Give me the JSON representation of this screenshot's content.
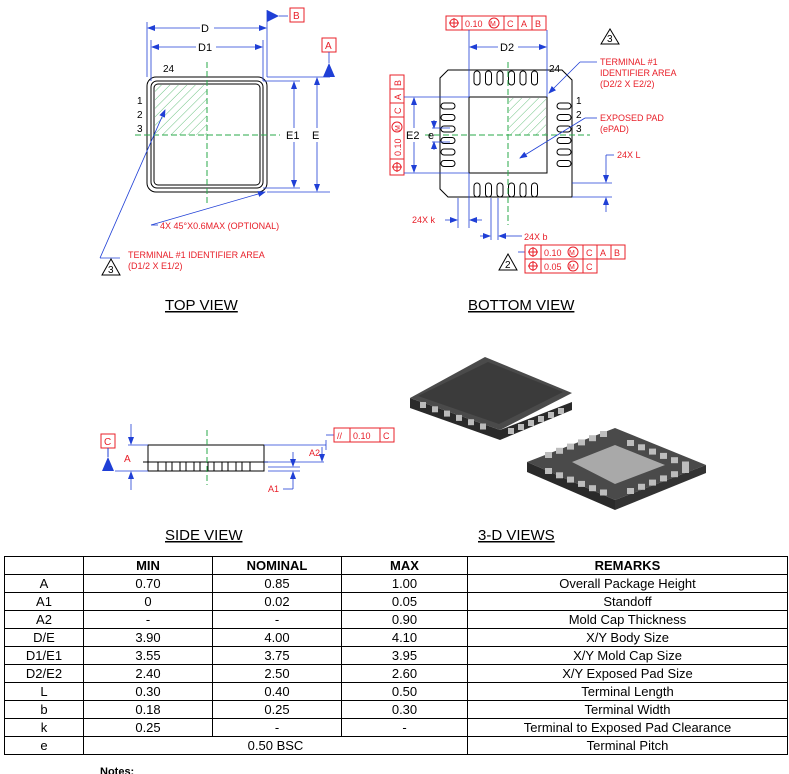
{
  "views": {
    "top": "TOP VIEW",
    "bottom": "BOTTOM VIEW",
    "side": "SIDE VIEW",
    "three_d": "3-D VIEWS"
  },
  "top_view": {
    "dim_D": "D",
    "dim_D1": "D1",
    "dim_E": "E",
    "dim_E1": "E1",
    "datum_B": "B",
    "datum_A": "A",
    "pin_count": "24",
    "pin_1": "1",
    "pin_2": "2",
    "pin_3": "3",
    "chamfer_note": "4X 45°X0.6MAX (OPTIONAL)",
    "terminal_note_1": "TERMINAL #1 IDENTIFIER AREA",
    "terminal_note_2": "(D1/2 X E1/2)",
    "callout_3": "3"
  },
  "bottom_view": {
    "fcf_top": [
      "0.10",
      "M",
      "C",
      "A",
      "B"
    ],
    "fcf_left": [
      "0.10",
      "M",
      "C",
      "A",
      "B"
    ],
    "dim_D2": "D2",
    "dim_E2": "E2",
    "dim_e": "e",
    "pin_count": "24",
    "pin_1": "1",
    "pin_2": "2",
    "pin_3": "3",
    "callout_3": "3",
    "terminal_note_1": "TERMINAL #1",
    "terminal_note_2": "IDENTIFIER AREA",
    "terminal_note_3": "(D2/2 X E2/2)",
    "epad_note_1": "EXPOSED PAD",
    "epad_note_2": "(ePAD)",
    "dim_L": "24X L",
    "dim_k": "24X k",
    "dim_b": "24X b",
    "callout_2": "2",
    "fcf_b1": [
      "0.10",
      "M",
      "C",
      "A",
      "B"
    ],
    "fcf_b2": [
      "0.05",
      "M",
      "C"
    ]
  },
  "side_view": {
    "datum_C": "C",
    "dim_A": "A",
    "dim_A1": "A1",
    "dim_A2": "A2",
    "fcf": [
      "//",
      "0.10",
      "C"
    ]
  },
  "table": {
    "headers": [
      "",
      "MIN",
      "NOMINAL",
      "MAX",
      "REMARKS"
    ],
    "rows": [
      [
        "A",
        "0.70",
        "0.85",
        "1.00",
        "Overall Package Height"
      ],
      [
        "A1",
        "0",
        "0.02",
        "0.05",
        "Standoff"
      ],
      [
        "A2",
        "-",
        "-",
        "0.90",
        "Mold Cap Thickness"
      ],
      [
        "D/E",
        "3.90",
        "4.00",
        "4.10",
        "X/Y Body Size"
      ],
      [
        "D1/E1",
        "3.55",
        "3.75",
        "3.95",
        "X/Y Mold Cap Size"
      ],
      [
        "D2/E2",
        "2.40",
        "2.50",
        "2.60",
        "X/Y Exposed Pad Size"
      ],
      [
        "L",
        "0.30",
        "0.40",
        "0.50",
        "Terminal Length"
      ],
      [
        "b",
        "0.18",
        "0.25",
        "0.30",
        "Terminal Width"
      ],
      [
        "k",
        "0.25",
        "-",
        "-",
        "Terminal to Exposed Pad Clearance"
      ]
    ],
    "last_row": {
      "sym": "e",
      "value": "0.50 BSC",
      "remark": "Terminal Pitch"
    }
  },
  "notes_label": "Notes:"
}
